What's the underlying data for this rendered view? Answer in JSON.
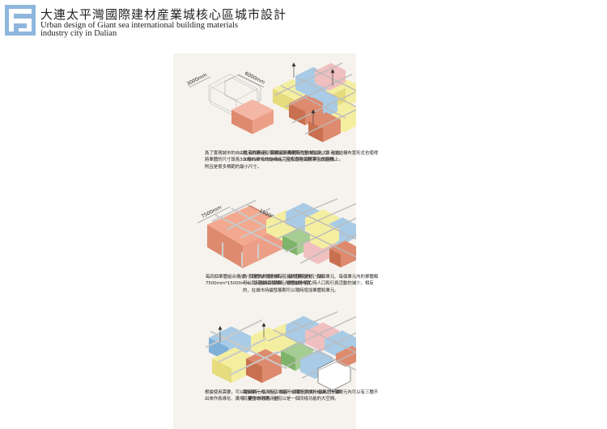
{
  "header": {
    "title_zh": "大連太平灣國際建材産業城核心區城市設計",
    "title_en_line1": "Urban design of Giant sea international building materials",
    "title_en_line2": "industry city in Dalian"
  },
  "panels": [
    {
      "dim_a": "3000mm",
      "dim_b": "6000mm",
      "caption": "爲了實現城市的自由生長和再造，需要采用單體衍生的構成方式。在此將單體的尺寸設爲3000mm*6000mm，因爲這兩個數字互成倍數，則且是很多規範的最小尺寸。"
    },
    {
      "caption": "單元的疊合和復制能實現建築的豎向生長，單元的結構布置形式也使得上層的單元的結構能完全安放在底層單元的結構上。"
    },
    {
      "dim_a": "7500mm",
      "dim_b": "15000mm",
      "caption": "每四個單體組合構成一個更大尺度的單元，每個單元的尺寸爲7500mm*15000mm，上圖爲每個單元內的結構布置。"
    },
    {
      "caption": "爲了適應城市將來有可能的發展變化，每個單元、每個單元內的單體都可以隨時抽出并散離，適應城市衰亡時人口和行爲活動的减少。相反的，在城市持續發展期可以隨時增加單體和單元。"
    },
    {
      "caption": "根據使用需要，可以隨時將一個單元，或者一個單元內的一個單體剝離出來作爲綠化、廣場、室外休憩等用途。"
    },
    {
      "caption": "每個單元內，各個功能可以隨意置換和組合，一個單元內可以有三種不同屬性的功能，也可以是一個同樣功能的大空間。"
    }
  ],
  "colors": {
    "poster_bg": "#f6f3ee",
    "terracotta": "#de8a6e",
    "yellow": "#f4eea0",
    "blue": "#a9cbe6",
    "green": "#a5cc92",
    "pink": "#f0bfbf",
    "white_frame": "#dcdcdc",
    "logo": "#8fb6dd"
  }
}
